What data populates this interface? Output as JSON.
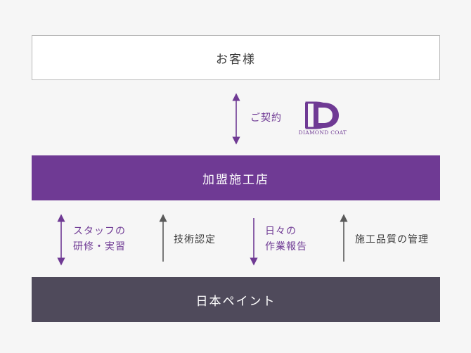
{
  "colors": {
    "purple": "#6f3a94",
    "dark": "#4f4a5b",
    "gray_arrow": "#5a5a5a",
    "text_gray": "#3a3a3a"
  },
  "nodes": {
    "customer": "お客様",
    "partner": "加盟施工店",
    "company": "日本ペイント"
  },
  "edges": {
    "contract": "ご契約",
    "training_line1": "スタッフの",
    "training_line2": "研修・実習",
    "certification": "技術認定",
    "daily_line1": "日々の",
    "daily_line2": "作業報告",
    "quality": "施工品質の管理"
  },
  "logo": {
    "text": "DIAMOND COAT",
    "icon": "diamond-coat-logo-icon"
  }
}
